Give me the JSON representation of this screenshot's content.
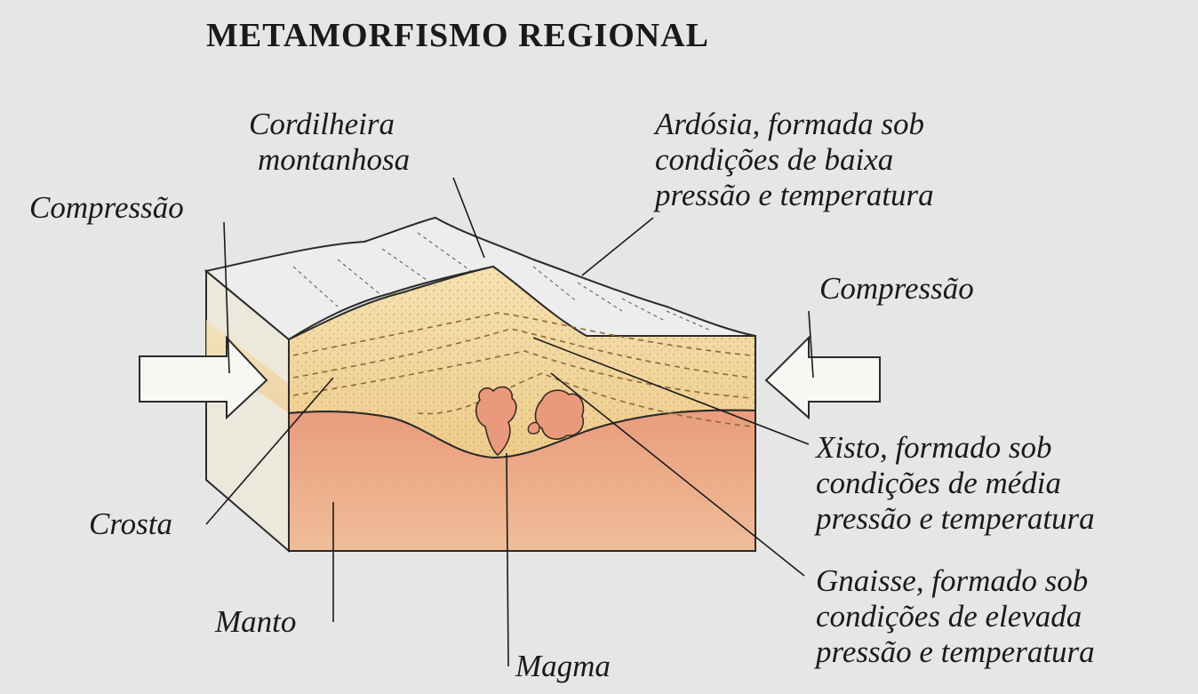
{
  "title": "METAMORFISMO REGIONAL",
  "labels": {
    "cordilheira": [
      "Cordilheira",
      "montanhosa"
    ],
    "ardosia": [
      "Ardósia, formada sob",
      "condições de baixa",
      "pressão e temperatura"
    ],
    "compressao_left": "Compressão",
    "compressao_right": "Compressão",
    "xisto": [
      "Xisto, formado sob",
      "condições de média",
      "pressão e temperatura"
    ],
    "crosta": "Crosta",
    "gnaisse": [
      "Gnaisse, formado sob",
      "condições de elevada",
      "pressão e temperatura"
    ],
    "manto": "Manto",
    "magma": "Magma"
  },
  "colors": {
    "background": "#e6e6e6",
    "crust": "#f0d28f",
    "mantle": "#eba987",
    "mountain_top": "#ececec",
    "outline": "#2a2a2a"
  }
}
